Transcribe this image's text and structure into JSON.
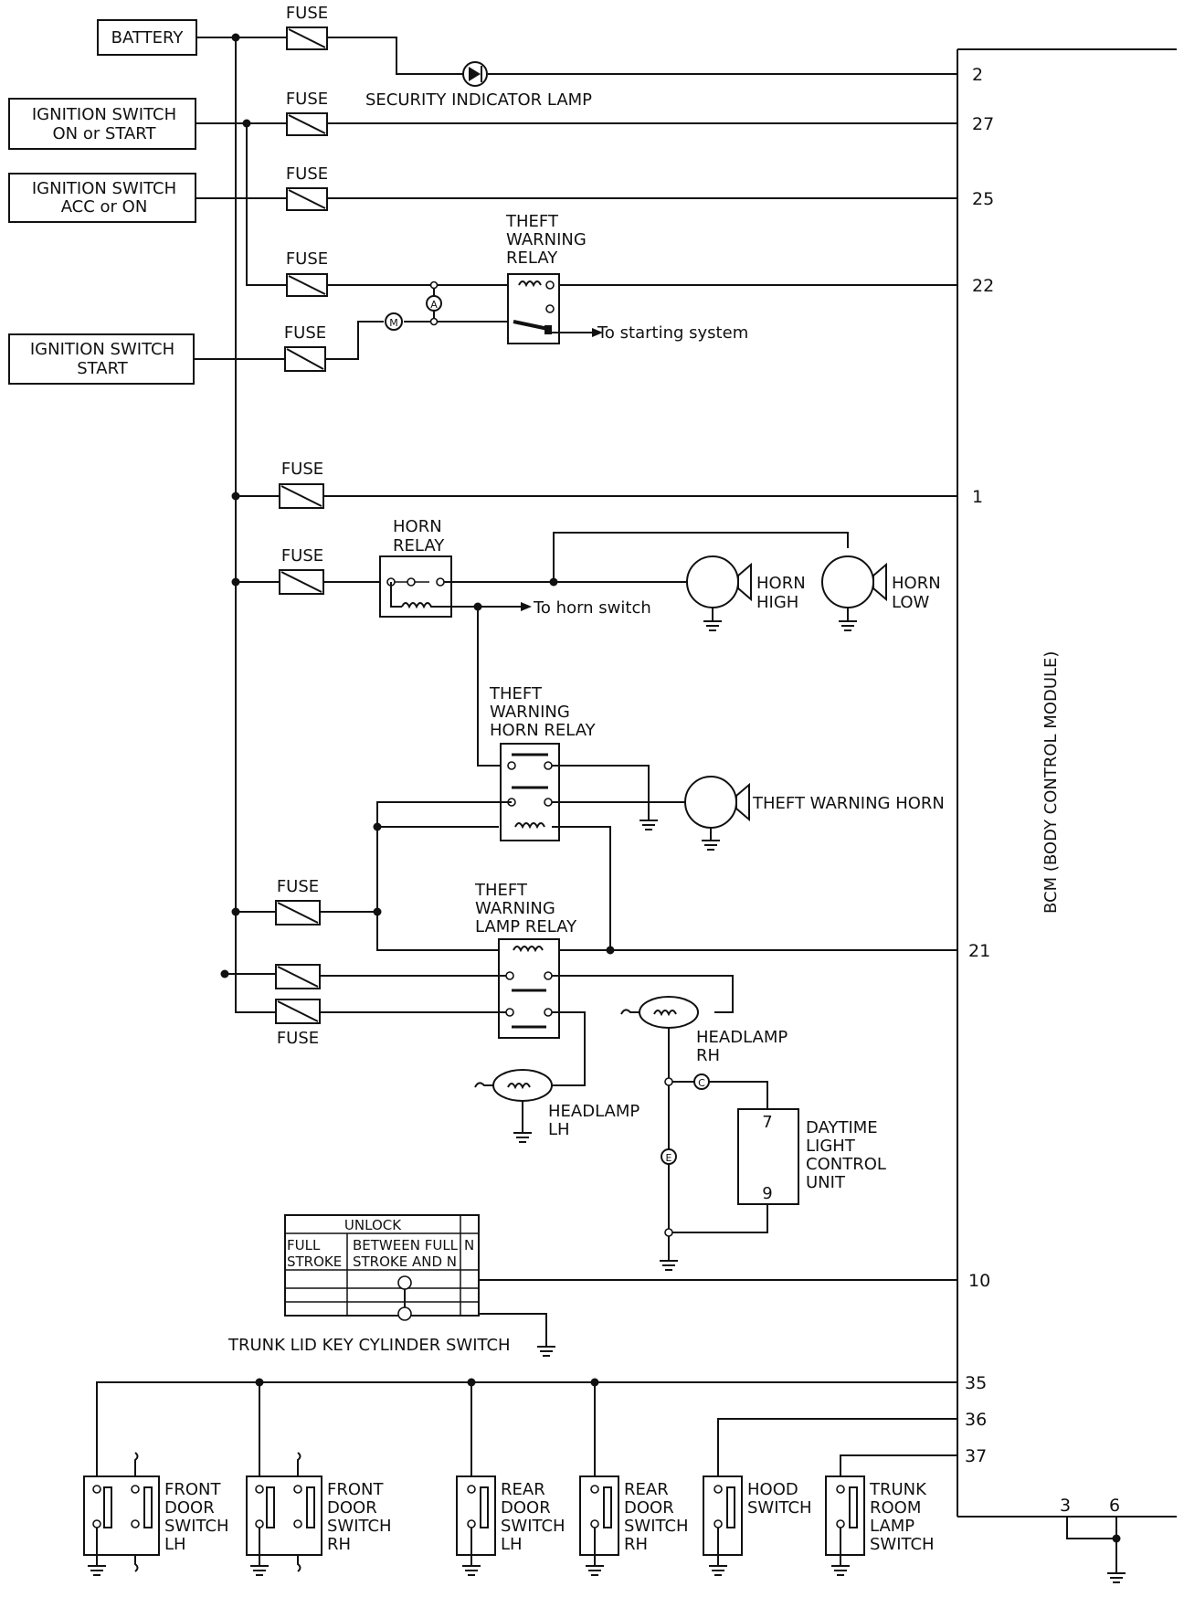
{
  "sources": {
    "battery": "BATTERY",
    "ign_on_start": [
      "IGNITION SWITCH",
      "ON or START"
    ],
    "ign_acc_on": [
      "IGNITION SWITCH",
      "ACC or ON"
    ],
    "ign_start": [
      "IGNITION SWITCH",
      "START"
    ]
  },
  "fuse_label": "FUSE",
  "security_lamp": "SECURITY INDICATOR LAMP",
  "theft_warning_relay": [
    "THEFT",
    "WARNING",
    "RELAY"
  ],
  "to_starting_system": "To starting system",
  "horn_relay": [
    "HORN",
    "RELAY"
  ],
  "to_horn_switch": "To horn switch",
  "horn_high": [
    "HORN",
    "HIGH"
  ],
  "horn_low": [
    "HORN",
    "LOW"
  ],
  "theft_horn_relay": [
    "THEFT",
    "WARNING",
    "HORN RELAY"
  ],
  "theft_warning_horn": "THEFT WARNING HORN",
  "theft_lamp_relay": [
    "THEFT",
    "WARNING",
    "LAMP RELAY"
  ],
  "headlamp_rh": [
    "HEADLAMP",
    "RH"
  ],
  "headlamp_lh": [
    "HEADLAMP",
    "LH"
  ],
  "dlcu": [
    "DAYTIME",
    "LIGHT",
    "CONTROL",
    "UNIT"
  ],
  "dlcu_pins": [
    "7",
    "9"
  ],
  "connector_marks": {
    "A": "A",
    "M": "M",
    "C": "C",
    "E": "E"
  },
  "bcm": "BCM (BODY CONTROL MODULE)",
  "bcm_pins": [
    "2",
    "27",
    "25",
    "22",
    "1",
    "21",
    "10",
    "35",
    "36",
    "37",
    "3",
    "6"
  ],
  "trunk_table": {
    "unlock": "UNLOCK",
    "full_stroke": [
      "FULL",
      "STROKE"
    ],
    "between": [
      "BETWEEN FULL",
      "STROKE AND N"
    ],
    "n": "N"
  },
  "trunk_switch": "TRUNK LID KEY CYLINDER SWITCH",
  "switches": {
    "front_lh": [
      "FRONT",
      "DOOR",
      "SWITCH",
      "LH"
    ],
    "front_rh": [
      "FRONT",
      "DOOR",
      "SWITCH",
      "RH"
    ],
    "rear_lh": [
      "REAR",
      "DOOR",
      "SWITCH",
      "LH"
    ],
    "rear_rh": [
      "REAR",
      "DOOR",
      "SWITCH",
      "RH"
    ],
    "hood": [
      "HOOD",
      "SWITCH"
    ],
    "trunk_room": [
      "TRUNK",
      "ROOM",
      "LAMP",
      "SWITCH"
    ]
  }
}
